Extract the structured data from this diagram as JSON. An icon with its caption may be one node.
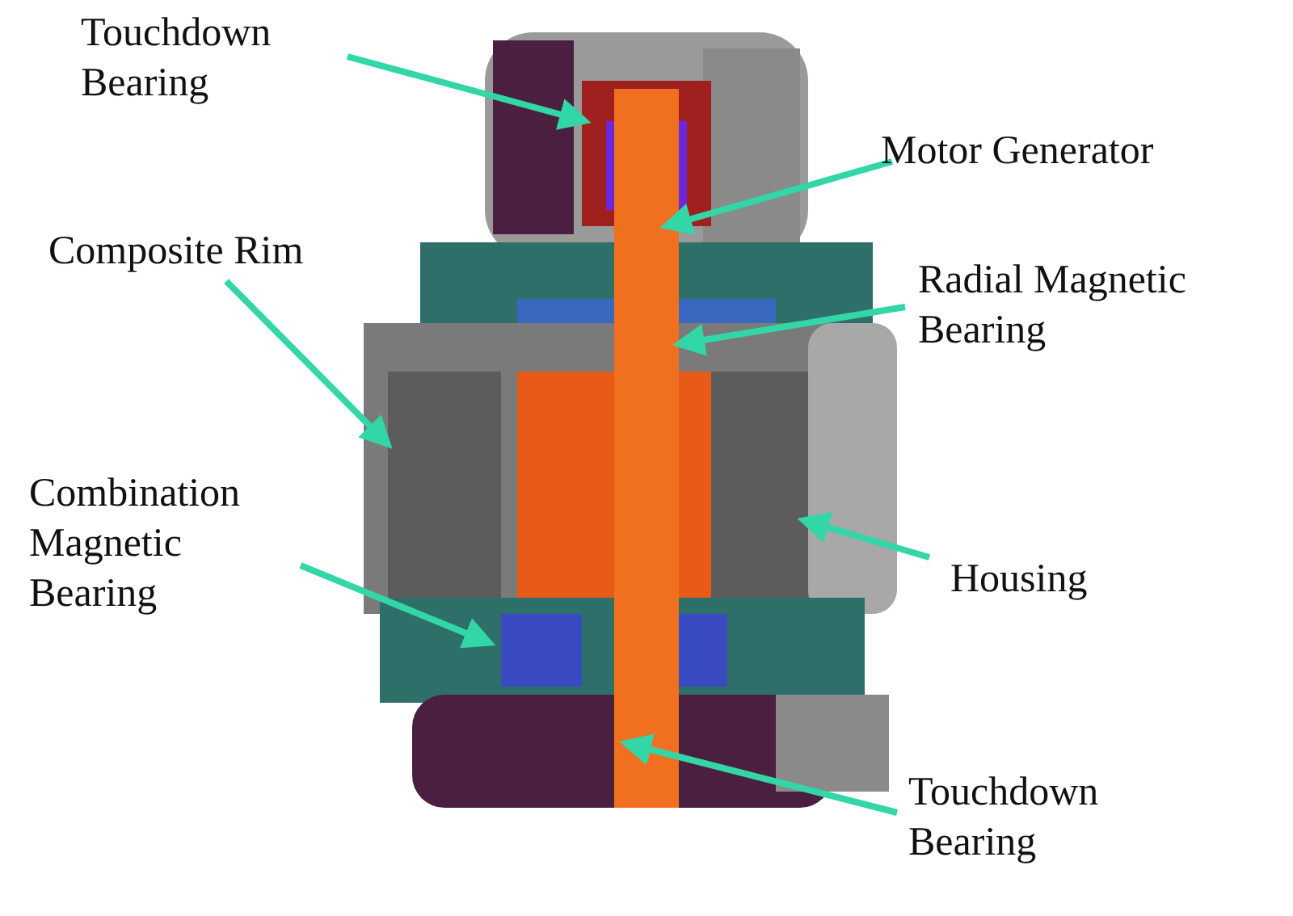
{
  "diagram": {
    "nodes": [
      {
        "text": [
          "Touchdown Bearing"
        ]
      },
      {
        "text": [
          "Motor Generator"
        ]
      },
      {
        "text": [
          "Composite Rim"
        ]
      },
      {
        "text": [
          "Radial Magnetic Bearing"
        ]
      },
      {
        "text": [
          "Combination Magnetic Bearing"
        ]
      },
      {
        "text": [
          "Housing"
        ]
      },
      {
        "text": [
          "Touchdown Bearing"
        ]
      }
    ],
    "edges": [
      {
        "from": 0,
        "to": null,
        "arrow": "to"
      },
      {
        "from": 1,
        "to": null,
        "arrow": "to"
      },
      {
        "from": 2,
        "to": null,
        "arrow": "to"
      },
      {
        "from": 3,
        "to": null,
        "arrow": "to"
      },
      {
        "from": 4,
        "to": null,
        "arrow": "to"
      },
      {
        "from": 5,
        "to": null,
        "arrow": "to"
      },
      {
        "from": 6,
        "to": null,
        "arrow": "to"
      }
    ]
  }
}
